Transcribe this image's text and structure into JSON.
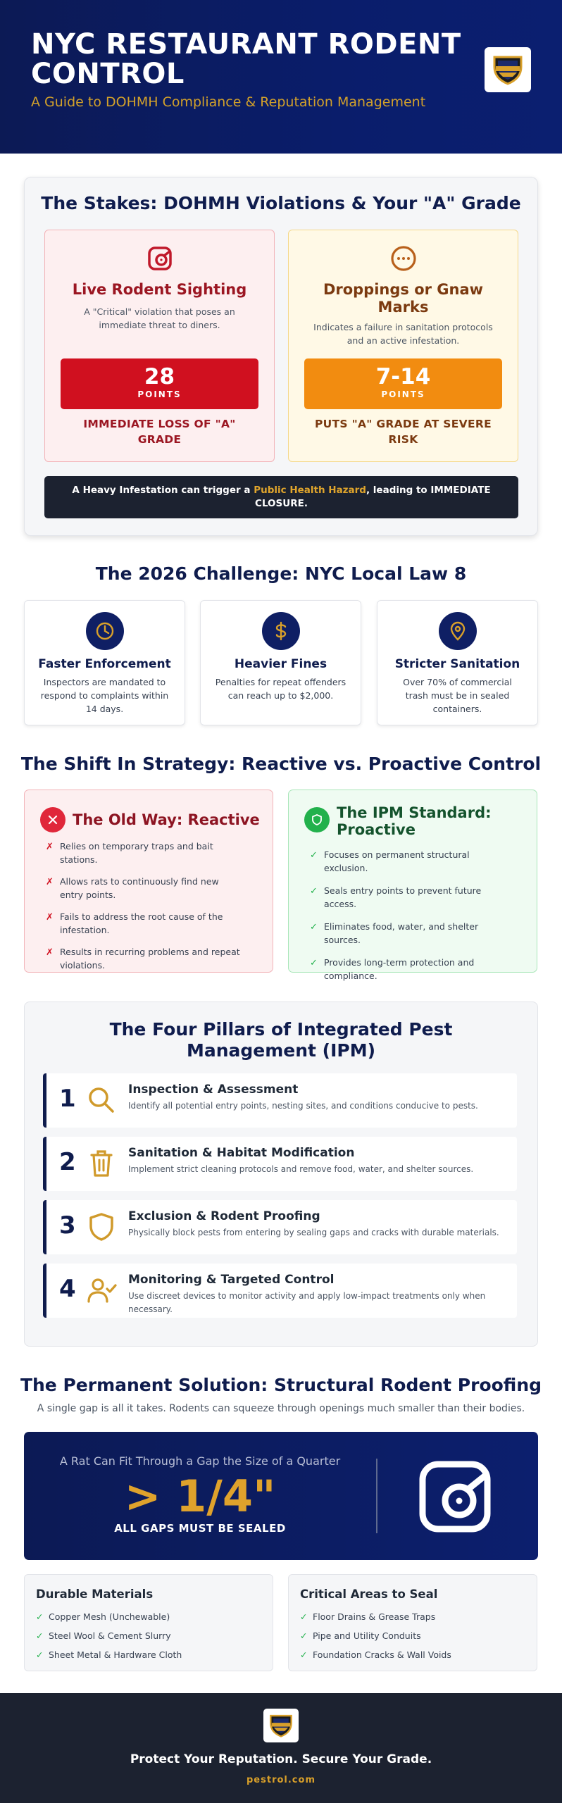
{
  "header": {
    "title": "NYC RESTAURANT RODENT CONTROL",
    "subtitle": "A Guide to DOHMH Compliance & Reputation Management",
    "logo_icon": "pestrol-shield-logo"
  },
  "stakes": {
    "title": "The Stakes: DOHMH Violations & Your \"A\" Grade",
    "cards": [
      {
        "icon": "rodent-icon",
        "heading": "Live Rodent Sighting",
        "description": "A \"Critical\" violation that poses an immediate threat to diners.",
        "points_value": "28",
        "points_label": "POINTS",
        "outcome": "IMMEDIATE LOSS OF \"A\" GRADE",
        "color": "#d0101f"
      },
      {
        "icon": "droppings-icon",
        "heading": "Droppings or Gnaw Marks",
        "description": "Indicates a failure in sanitation protocols and an active infestation.",
        "points_value": "7-14",
        "points_label": "POINTS",
        "outcome": "PUTS \"A\" GRADE AT SEVERE RISK",
        "color": "#f28c10"
      }
    ],
    "alert": {
      "before": "A Heavy Infestation can trigger a ",
      "highlight": "Public Health Hazard",
      "after": ", leading to IMMEDIATE CLOSURE."
    }
  },
  "law": {
    "title": "The 2026 Challenge: NYC Local Law 8",
    "cards": [
      {
        "icon": "clock-icon",
        "heading": "Faster Enforcement",
        "text": "Inspectors are mandated to respond to complaints within 14 days."
      },
      {
        "icon": "dollar-icon",
        "heading": "Heavier Fines",
        "text": "Penalties for repeat offenders can reach up to $2,000."
      },
      {
        "icon": "location-pin-icon",
        "heading": "Stricter Sanitation",
        "text": "Over 70% of commercial trash must be in sealed containers."
      }
    ]
  },
  "strategy": {
    "title": "The Shift In Strategy: Reactive vs. Proactive Control",
    "old": {
      "heading": "The Old Way: Reactive",
      "items": [
        "Relies on temporary traps and bait stations.",
        "Allows rats to continuously find new entry points.",
        "Fails to address the root cause of the infestation.",
        "Results in recurring problems and repeat violations."
      ]
    },
    "new": {
      "heading": "The IPM Standard: Proactive",
      "items": [
        "Focuses on permanent structural exclusion.",
        "Seals entry points to prevent future access.",
        "Eliminates food, water, and shelter sources.",
        "Provides long-term protection and compliance."
      ]
    }
  },
  "ipm": {
    "title": "The Four Pillars of Integrated Pest Management (IPM)",
    "pillars": [
      {
        "number": "1",
        "icon": "magnifier-icon",
        "heading": "Inspection & Assessment",
        "text": "Identify all potential entry points, nesting sites, and conditions conducive to pests."
      },
      {
        "number": "2",
        "icon": "trash-can-icon",
        "heading": "Sanitation & Habitat Modification",
        "text": "Implement strict cleaning protocols and remove food, water, and shelter sources."
      },
      {
        "number": "3",
        "icon": "shield-icon",
        "heading": "Exclusion & Rodent Proofing",
        "text": "Physically block pests from entering by sealing gaps and cracks with durable materials."
      },
      {
        "number": "4",
        "icon": "user-check-icon",
        "heading": "Monitoring & Targeted Control",
        "text": "Use discreet devices to monitor activity and apply low-impact treatments only when necessary."
      }
    ]
  },
  "solution": {
    "title": "The Permanent Solution: Structural Rodent Proofing",
    "subtitle": "A single gap is all it takes. Rodents can squeeze through openings much smaller than their bodies.",
    "gap_caption": "A Rat Can Fit Through a Gap the Size of a Quarter",
    "gap_size": "> 1/4\"",
    "gap_note": "ALL GAPS MUST BE SEALED",
    "gap_icon": "rodent-icon",
    "materials": {
      "heading": "Durable Materials",
      "items": [
        "Copper Mesh (Unchewable)",
        "Steel Wool & Cement Slurry",
        "Sheet Metal & Hardware Cloth"
      ]
    },
    "areas": {
      "heading": "Critical Areas to Seal",
      "items": [
        "Floor Drains & Grease Traps",
        "Pipe and Utility Conduits",
        "Foundation Cracks & Wall Voids"
      ]
    }
  },
  "footer": {
    "tagline": "Protect Your Reputation. Secure Your Grade.",
    "url": "pestrol.com"
  },
  "colors": {
    "navy": "#0c1a55",
    "gold": "#d3a12a",
    "red": "#d0101f",
    "amber": "#f28c10",
    "green": "#22b14c",
    "dark": "#1c2230"
  }
}
